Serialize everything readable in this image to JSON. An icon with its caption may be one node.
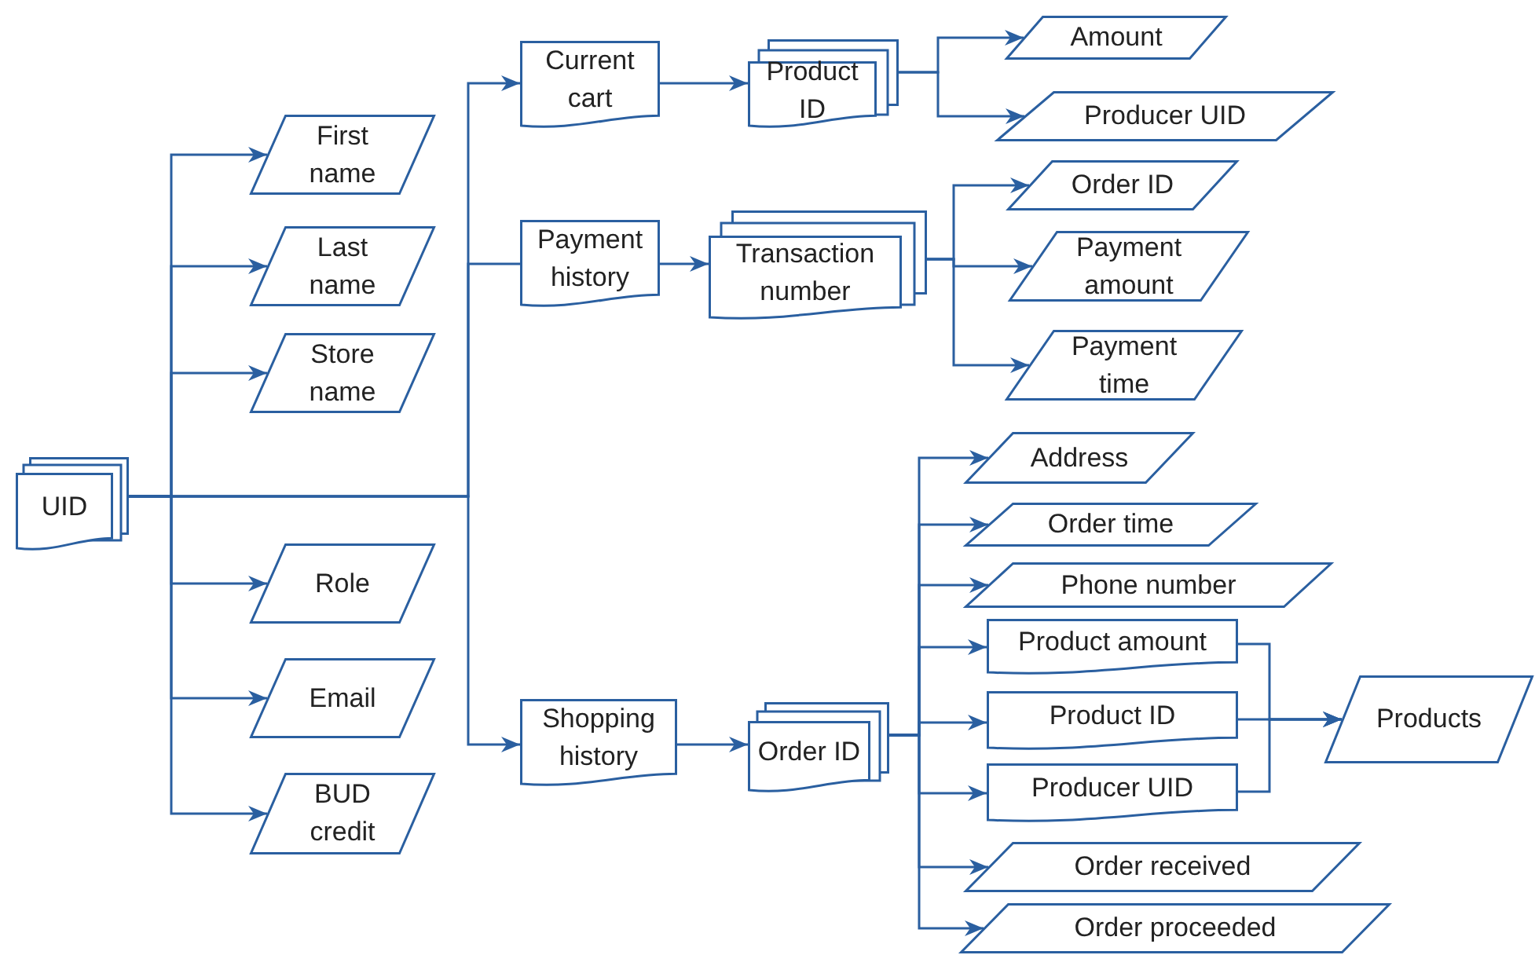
{
  "diagram": {
    "nodes": [
      {
        "text": [
          "UID"
        ]
      },
      {
        "text": [
          "First name"
        ]
      },
      {
        "text": [
          "Last name"
        ]
      },
      {
        "text": [
          "Store name"
        ]
      },
      {
        "text": [
          "Role"
        ]
      },
      {
        "text": [
          "Email"
        ]
      },
      {
        "text": [
          "BUD credit"
        ]
      },
      {
        "text": [
          "Current cart"
        ]
      },
      {
        "text": [
          "Payment history"
        ]
      },
      {
        "text": [
          "Shopping history"
        ]
      },
      {
        "text": [
          "Product ID"
        ]
      },
      {
        "text": [
          "Transaction number"
        ]
      },
      {
        "text": [
          "Order ID"
        ]
      },
      {
        "text": [
          "Amount"
        ]
      },
      {
        "text": [
          "Producer UID"
        ]
      },
      {
        "text": [
          "Order ID"
        ]
      },
      {
        "text": [
          "Payment amount"
        ]
      },
      {
        "text": [
          "Payment time"
        ]
      },
      {
        "text": [
          "Address"
        ]
      },
      {
        "text": [
          "Order time"
        ]
      },
      {
        "text": [
          "Phone number"
        ]
      },
      {
        "text": [
          "Product amount"
        ]
      },
      {
        "text": [
          "Product ID"
        ]
      },
      {
        "text": [
          "Producer UID"
        ]
      },
      {
        "text": [
          "Order received"
        ]
      },
      {
        "text": [
          "Order proceeded"
        ]
      },
      {
        "text": [
          "Products"
        ]
      }
    ],
    "edges": [
      {
        "from": 0,
        "to": 1,
        "arrow": "to"
      },
      {
        "from": 0,
        "to": 2,
        "arrow": "to"
      },
      {
        "from": 0,
        "to": 3,
        "arrow": "to"
      },
      {
        "from": 0,
        "to": 4,
        "arrow": "to"
      },
      {
        "from": 0,
        "to": 5,
        "arrow": "to"
      },
      {
        "from": 0,
        "to": 6,
        "arrow": "to"
      },
      {
        "from": 0,
        "to": 7,
        "arrow": "to"
      },
      {
        "from": 0,
        "to": 8,
        "arrow": "none"
      },
      {
        "from": 0,
        "to": 9,
        "arrow": "to"
      },
      {
        "from": 7,
        "to": 10,
        "arrow": "to"
      },
      {
        "from": 8,
        "to": 11,
        "arrow": "to"
      },
      {
        "from": 9,
        "to": 12,
        "arrow": "to"
      },
      {
        "from": 10,
        "to": 13,
        "arrow": "to"
      },
      {
        "from": 10,
        "to": 14,
        "arrow": "to"
      },
      {
        "from": 11,
        "to": 15,
        "arrow": "to"
      },
      {
        "from": 11,
        "to": 16,
        "arrow": "to"
      },
      {
        "from": 11,
        "to": 17,
        "arrow": "to"
      },
      {
        "from": 12,
        "to": 18,
        "arrow": "to"
      },
      {
        "from": 12,
        "to": 19,
        "arrow": "to"
      },
      {
        "from": 12,
        "to": 20,
        "arrow": "to"
      },
      {
        "from": 12,
        "to": 21,
        "arrow": "to"
      },
      {
        "from": 12,
        "to": 22,
        "arrow": "to"
      },
      {
        "from": 12,
        "to": 23,
        "arrow": "to"
      },
      {
        "from": 12,
        "to": 24,
        "arrow": "to"
      },
      {
        "from": 12,
        "to": 25,
        "arrow": "to"
      },
      {
        "from": 21,
        "to": 26,
        "arrow": "to"
      },
      {
        "from": 22,
        "to": 26,
        "arrow": "to"
      },
      {
        "from": 23,
        "to": 26,
        "arrow": "to"
      }
    ]
  }
}
